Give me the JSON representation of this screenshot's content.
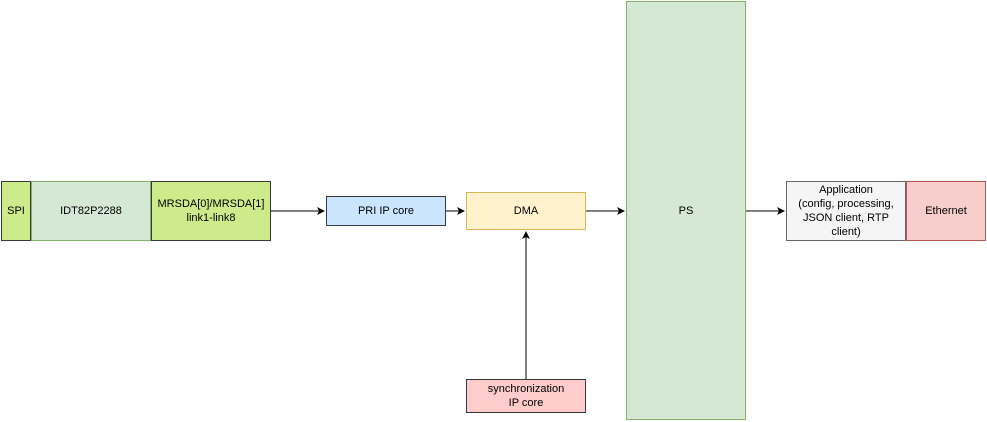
{
  "diagram": {
    "nodes": {
      "spi": {
        "label": "SPI",
        "fill": "#cdeb8b",
        "stroke": "#36393d"
      },
      "idt": {
        "label": "IDT82P2288",
        "fill": "#d5e8d4",
        "stroke": "#82b366"
      },
      "mrsda": {
        "label": "MRSDA[0]/MRSDA[1]\nlink1-link8",
        "fill": "#cdeb8b",
        "stroke": "#36393d"
      },
      "pri": {
        "label": "PRI IP core",
        "fill": "#cce5ff",
        "stroke": "#36393d"
      },
      "dma": {
        "label": "DMA",
        "fill": "#fff2cc",
        "stroke": "#d6b656"
      },
      "sync": {
        "label": "synchronization\nIP core",
        "fill": "#ffcccc",
        "stroke": "#36393d"
      },
      "ps": {
        "label": "PS",
        "fill": "#d5e8d4",
        "stroke": "#82b366"
      },
      "app": {
        "label": "Application\n(config, processing,\nJSON client, RTP\nclient)",
        "fill": "#f5f5f5",
        "stroke": "#666666"
      },
      "eth": {
        "label": "Ethernet",
        "fill": "#f8cecc",
        "stroke": "#b85450"
      }
    },
    "edges": [
      {
        "from": "mrsda",
        "to": "pri"
      },
      {
        "from": "pri",
        "to": "dma"
      },
      {
        "from": "sync",
        "to": "dma"
      },
      {
        "from": "dma",
        "to": "ps"
      },
      {
        "from": "ps",
        "to": "app"
      }
    ]
  }
}
